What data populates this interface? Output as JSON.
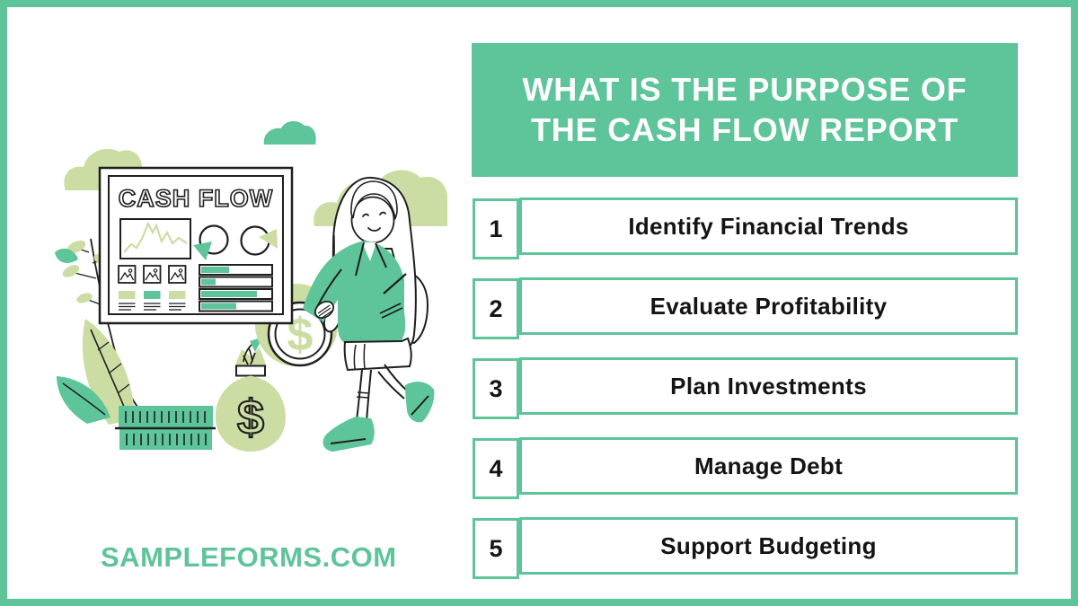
{
  "theme": {
    "green": "#5ec49a",
    "light_green": "#cbdda2",
    "ink": "#1f1f1f",
    "background": "#ffffff",
    "text_dark": "#141414"
  },
  "header": {
    "title_line1": "WHAT IS THE PURPOSE OF",
    "title_line2": "THE CASH FLOW REPORT"
  },
  "list": {
    "items": [
      {
        "number": "1",
        "label": "Identify Financial Trends"
      },
      {
        "number": "2",
        "label": "Evaluate Profitability"
      },
      {
        "number": "3",
        "label": "Plan Investments"
      },
      {
        "number": "4",
        "label": "Manage Debt"
      },
      {
        "number": "5",
        "label": "Support Budgeting"
      }
    ]
  },
  "footer": {
    "website": "SAMPLEFORMS.COM"
  },
  "illustration": {
    "board_title": "CASH FLOW",
    "coin_symbol": "$",
    "bag_symbol": "$"
  }
}
